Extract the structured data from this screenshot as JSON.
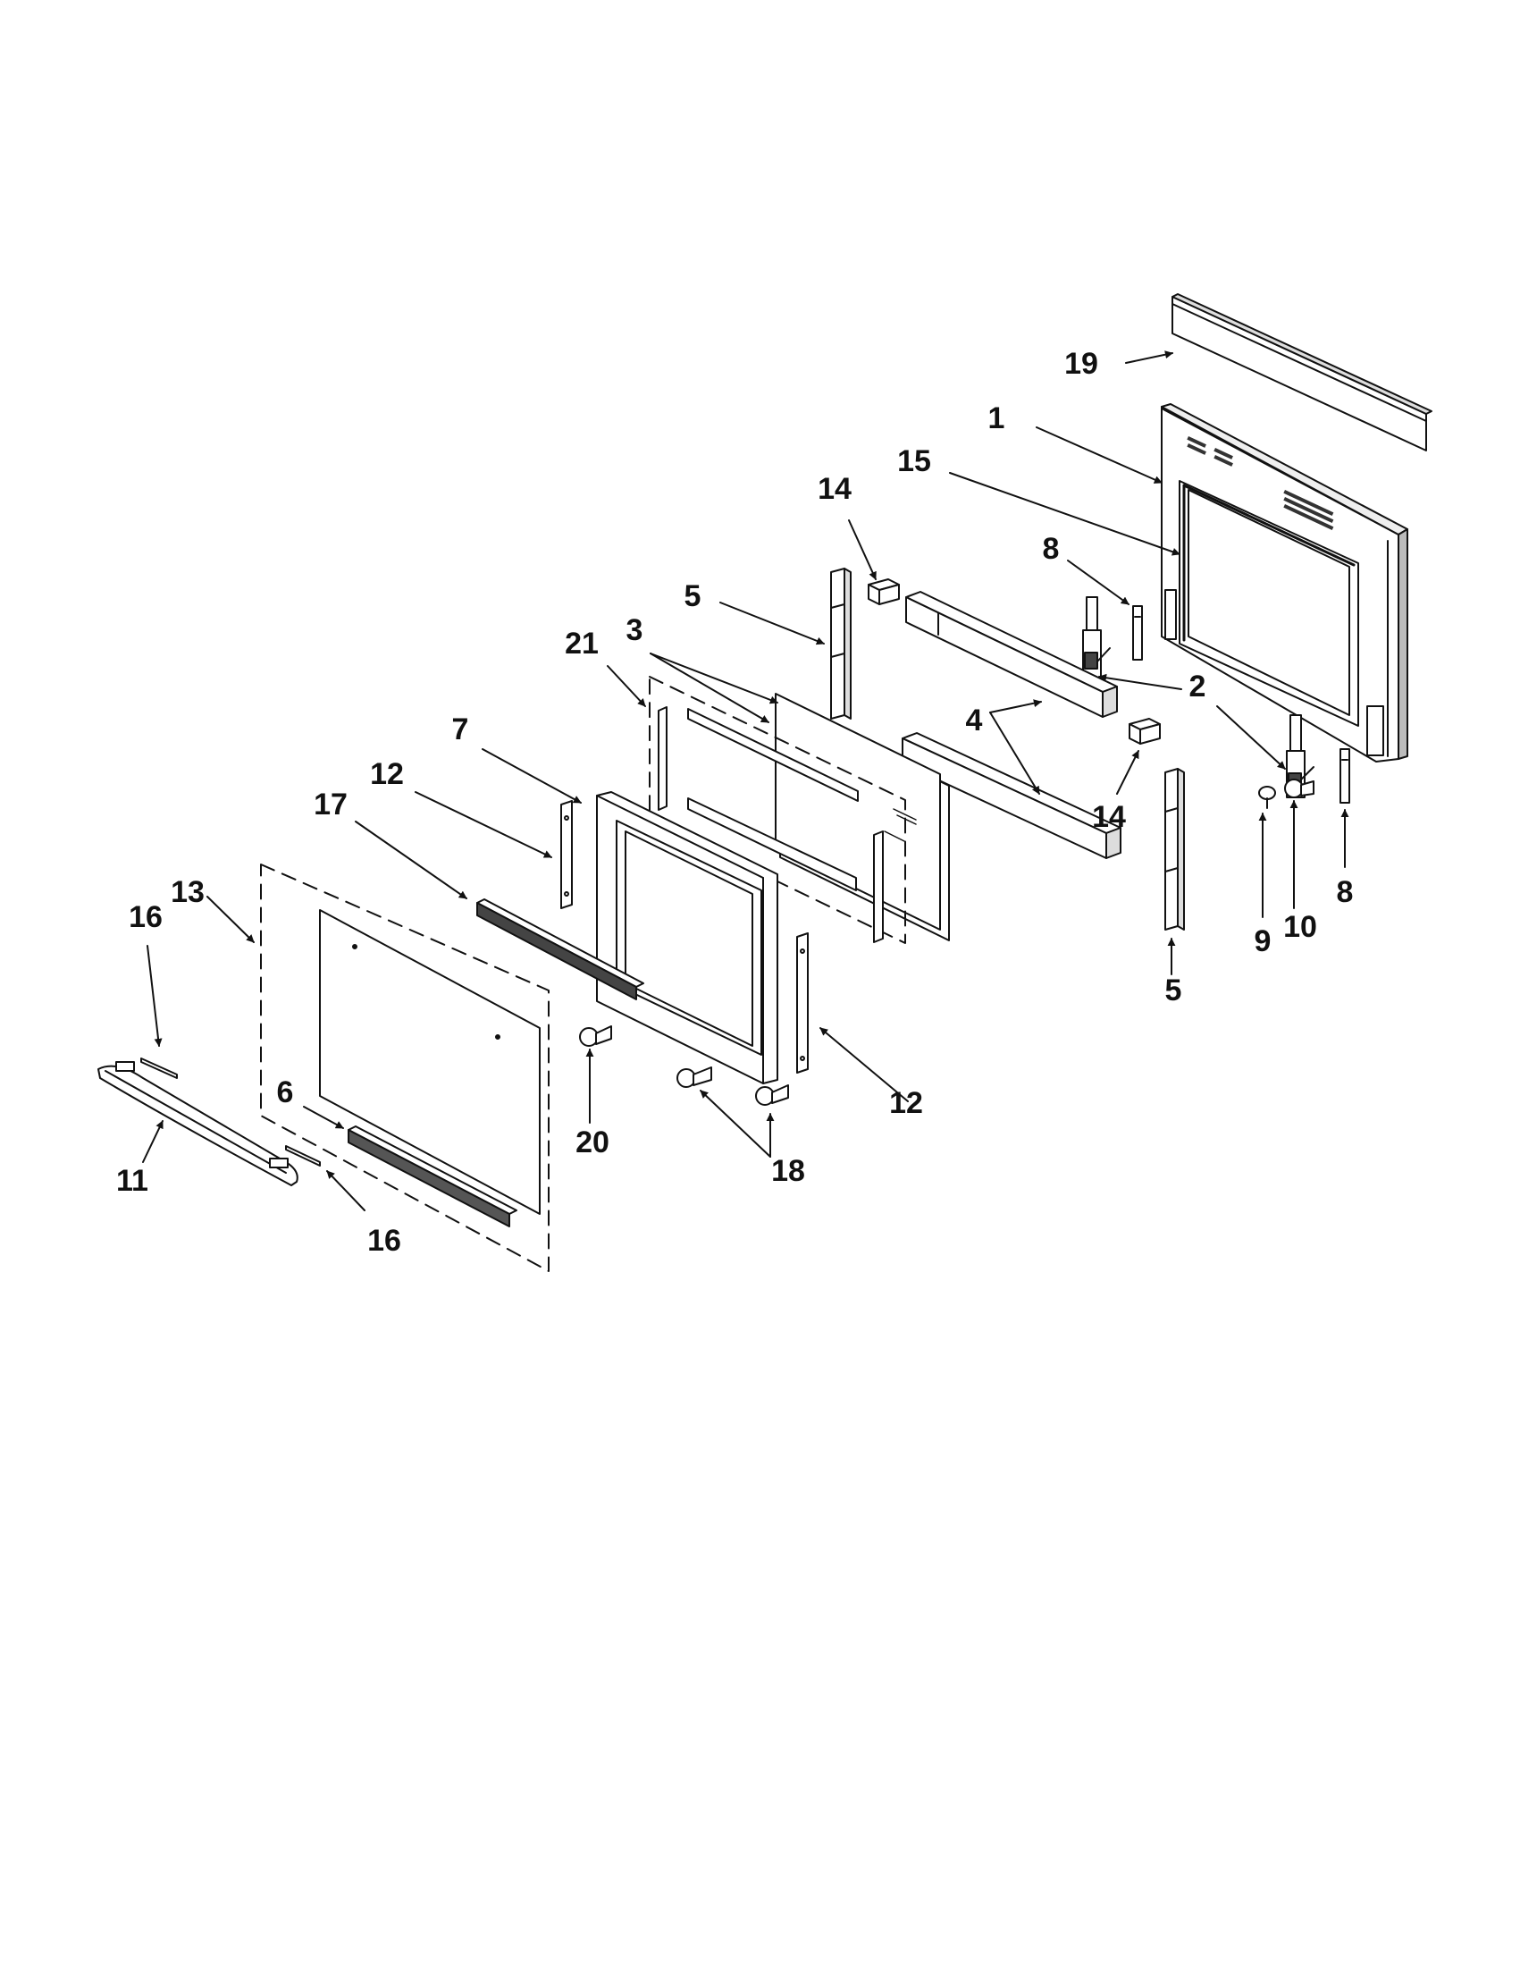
{
  "diagram": {
    "line_color": "#111111",
    "part_fill": "#ffffff",
    "shade_fill": "#3a3a3a",
    "callouts": [
      {
        "id": "c19",
        "label": "19"
      },
      {
        "id": "c1",
        "label": "1"
      },
      {
        "id": "c15",
        "label": "15"
      },
      {
        "id": "c14a",
        "label": "14"
      },
      {
        "id": "c8a",
        "label": "8"
      },
      {
        "id": "c5a",
        "label": "5"
      },
      {
        "id": "c21",
        "label": "21"
      },
      {
        "id": "c3",
        "label": "3"
      },
      {
        "id": "c2",
        "label": "2"
      },
      {
        "id": "c7",
        "label": "7"
      },
      {
        "id": "c4",
        "label": "4"
      },
      {
        "id": "c14b",
        "label": "14"
      },
      {
        "id": "c12a",
        "label": "12"
      },
      {
        "id": "c17",
        "label": "17"
      },
      {
        "id": "c9",
        "label": "9"
      },
      {
        "id": "c10",
        "label": "10"
      },
      {
        "id": "c8b",
        "label": "8"
      },
      {
        "id": "c16a",
        "label": "16"
      },
      {
        "id": "c13",
        "label": "13"
      },
      {
        "id": "c5b",
        "label": "5"
      },
      {
        "id": "c20",
        "label": "20"
      },
      {
        "id": "c12b",
        "label": "12"
      },
      {
        "id": "c6",
        "label": "6"
      },
      {
        "id": "c18",
        "label": "18"
      },
      {
        "id": "c11",
        "label": "11"
      },
      {
        "id": "c16b",
        "label": "16"
      }
    ]
  }
}
